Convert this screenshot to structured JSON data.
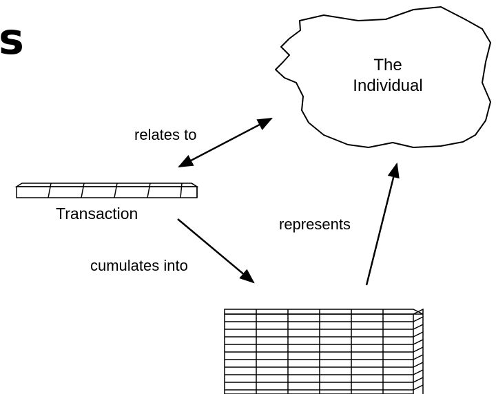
{
  "heading": "s",
  "individual": {
    "line1": "The",
    "line2": "Individual"
  },
  "labels": {
    "relates_to": "relates to",
    "transaction": "Transaction",
    "cumulates_into": "cumulates into",
    "represents": "represents"
  }
}
